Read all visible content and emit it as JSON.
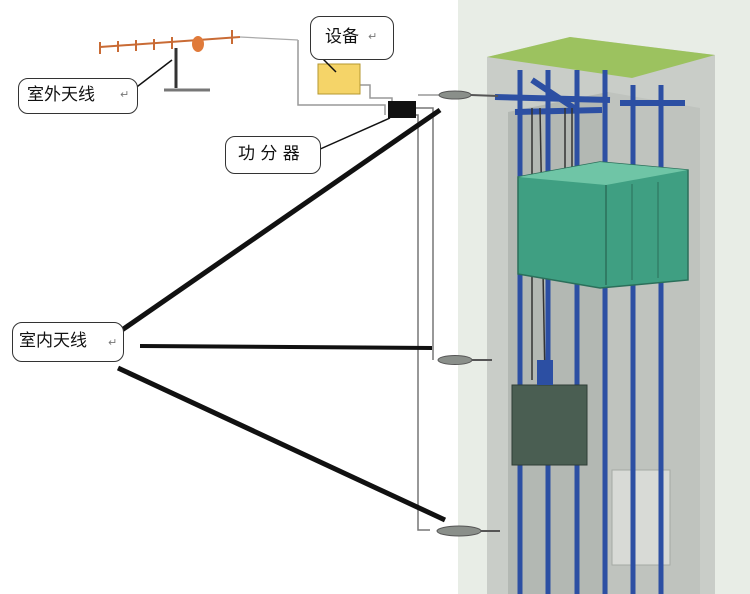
{
  "labels": {
    "outdoor_antenna": "室外天线",
    "equipment": "设备",
    "splitter": "功 分 器",
    "indoor_antenna": "室内天线",
    "return_mark": "↵"
  },
  "colors": {
    "shaft_wall": "#c9cdc8",
    "shaft_inner": "#b3b8b3",
    "rail": "#2c4fa3",
    "car": "#3f9f82",
    "counterweight": "#4a5e52",
    "roof": "#9cc25f",
    "equipment_box": "#f5d468",
    "splitter_box": "#111111",
    "antenna": "#c96b35",
    "feeder": "#999999",
    "indicator_line": "#111111"
  }
}
